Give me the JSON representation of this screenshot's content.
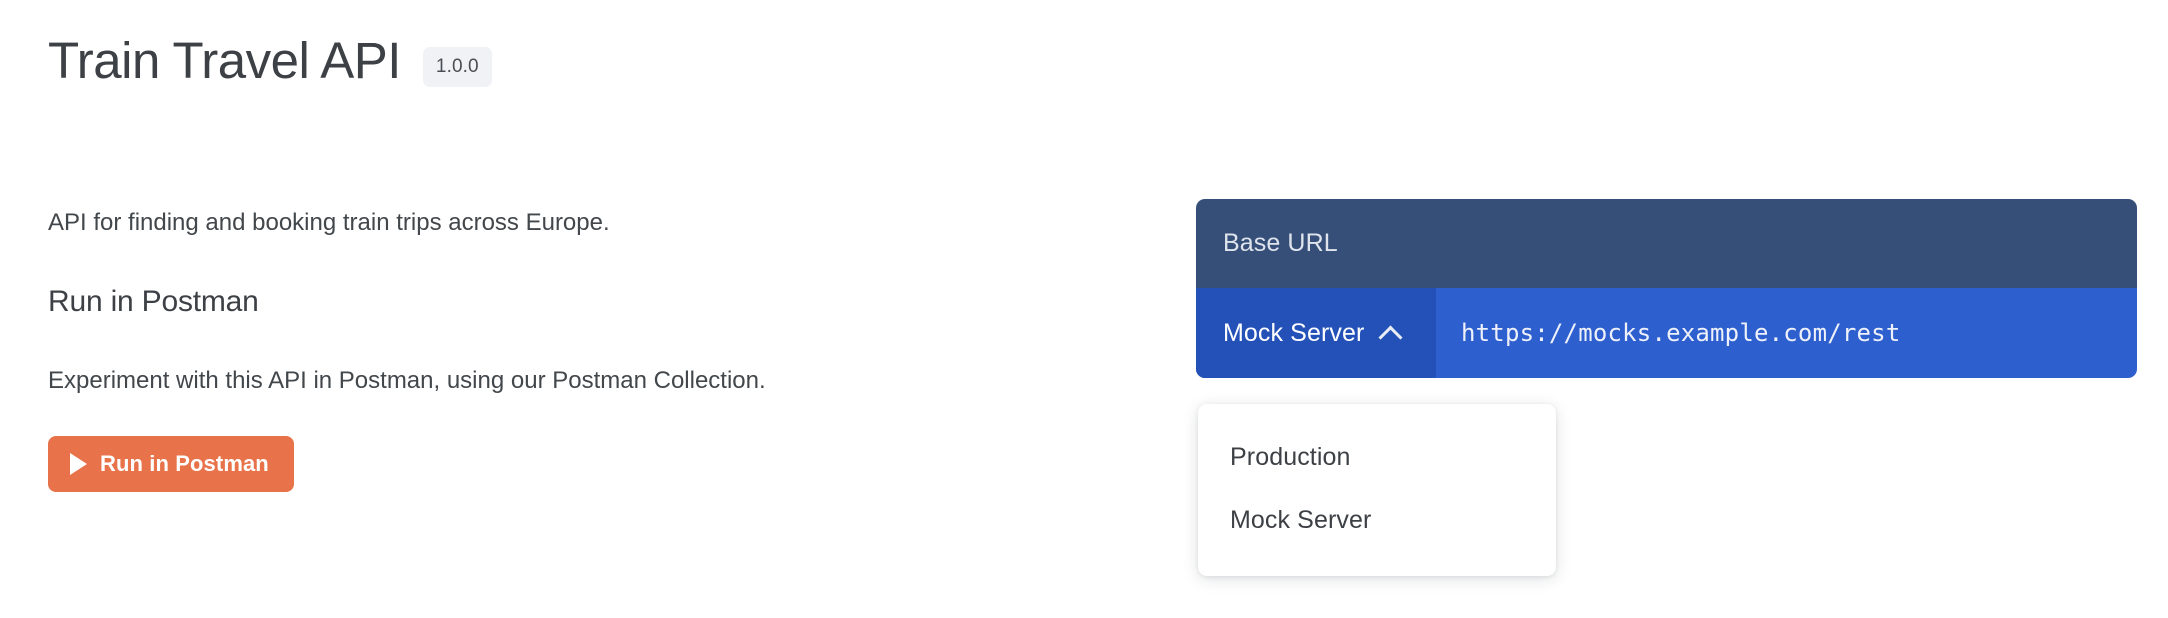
{
  "header": {
    "title": "Train Travel API",
    "version": "1.0.0"
  },
  "main": {
    "intro": "API for finding and booking train trips across Europe.",
    "section_heading": "Run in Postman",
    "body_text": "Experiment with this API in Postman, using our Postman Collection.",
    "postman_button": {
      "label": "Run in Postman",
      "icon": "play-icon",
      "color": "#e8734a"
    }
  },
  "base_url_panel": {
    "heading": "Base URL",
    "heading_bg": "#364f79",
    "selected_server": "Mock Server",
    "chevron_icon": "chevron-up-icon",
    "url": "https://mocks.example.com/rest",
    "select_bg": "#2451b8",
    "url_bg": "#2e5fce"
  },
  "server_dropdown": {
    "open": true,
    "options": [
      {
        "label": "Production"
      },
      {
        "label": "Mock Server"
      }
    ]
  }
}
